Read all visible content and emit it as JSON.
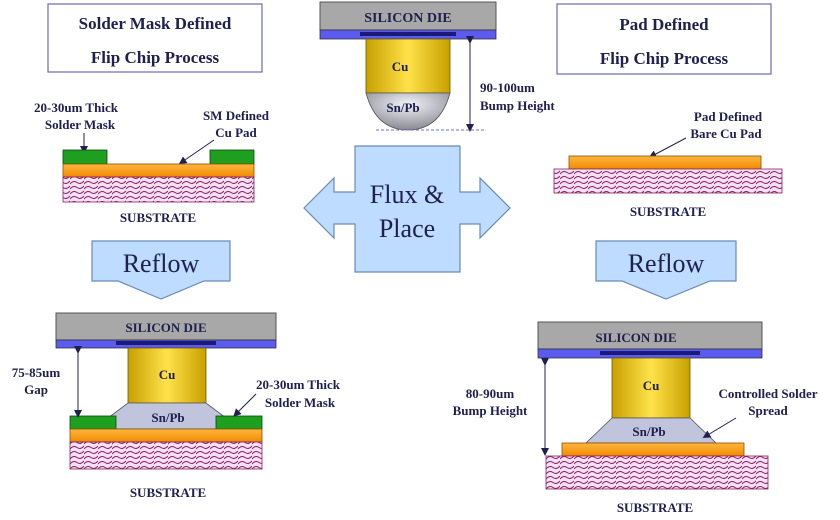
{
  "left_panel": {
    "title_line1": "Solder Mask Defined",
    "title_line2": "Flip Chip Process",
    "label_thick_mask": [
      "20-30um Thick",
      "Solder Mask"
    ],
    "label_sm_pad": [
      "SM Defined",
      "Cu Pad"
    ],
    "substrate_label": "SUBSTRATE",
    "reflow_label": "Reflow",
    "die_label": "SILICON DIE",
    "cu_label": "Cu",
    "snpb_label": "Sn/Pb",
    "gap_label": [
      "75-85um",
      "Gap"
    ],
    "mask_label_bottom": [
      "20-30um Thick",
      "Solder Mask"
    ],
    "substrate_label_bottom": "SUBSTRATE"
  },
  "center_panel": {
    "die_label": "SILICON DIE",
    "cu_label": "Cu",
    "snpb_label": "Sn/Pb",
    "bump_height_label": [
      "90-100um",
      "Bump Height"
    ],
    "flux_label": [
      "Flux &",
      "Place"
    ]
  },
  "right_panel": {
    "title_line1": "Pad Defined",
    "title_line2": "Flip Chip Process",
    "label_bare_pad": [
      "Pad Defined",
      "Bare Cu Pad"
    ],
    "substrate_label": "SUBSTRATE",
    "reflow_label": "Reflow",
    "die_label": "SILICON DIE",
    "cu_label": "Cu",
    "snpb_label": "Sn/Pb",
    "bump_height_label": [
      "80-90um",
      "Bump Height"
    ],
    "spread_label": [
      "Controlled Solder",
      "Spread"
    ],
    "substrate_label_bottom": "SUBSTRATE"
  },
  "colors": {
    "die": "#a8a8a8",
    "die_blue": "#3f3fd8",
    "copper": "#d4b000",
    "solder": "#c0c0c8",
    "pad": "#ff9a00",
    "mask": "#1f9f1f",
    "substrate": "#f0d8f0",
    "hatch": "#8a2060",
    "arrow": "#bddcff",
    "text_dark": "#202050"
  }
}
